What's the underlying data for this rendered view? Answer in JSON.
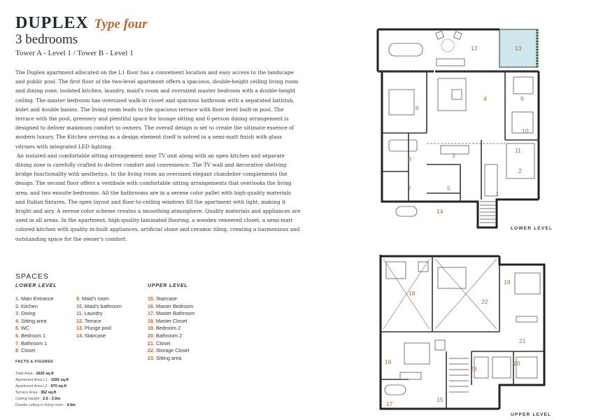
{
  "header": {
    "title": "DUPLEX",
    "type_label": "Type four",
    "subtitle": "3 bedrooms",
    "towers": "Tower A - Level 1 / Tower B - Level 1"
  },
  "description": {
    "paragraph1": "The Duplex apartment allocated on the L1 floor has a convenient location and easy access to the landscape and public pool. The first floor of the two-level apartment offers a spacious, double-height ceiling living room and dining zone, isolated kitchen, laundry, maid's room and oversized master bedroom with a double-height ceiling. The master bedroom has oversized walk-in closet and spacious bathroom with a separated bathtub, bidet and double basins. The living room leads to the spacious terrace with floor level built-in pool. The terrace with the pool, greenery and plentiful space for lounge sitting and 6-person dining arrangement is designed to deliver maximum comfort to owners. The overall design is set to create the ultimate essence of modern luxury. The Kitchen serving as a design element itself is solved in a semi-matt finish with glass vitrines with integrated LED lighting.",
    "paragraph2": "An isolated and comfortable sitting arrangement near TV unit along with an open kitchen and separate dining zone is carefully crafted to deliver comfort and convenience. The TV wall and decorative shelving bridge functionality with aesthetics. In the living room an oversized elegant chandelier complements the design. The second floor offers a vestibule with comfortable sitting arrangements that overlooks the living area, and two ensuite bedrooms. All the bathrooms are in a serene color pallet with high-quality materials and Italian fixtures. The open layout and floor-to-ceiling windows fill the apartment with light, making it bright and airy. A serene color scheme creates a smoothing atmosphere. Quality materials and appliances are used in all areas. In the apartment, high-quality laminated flooring, a wooden veneered closet, a semi-matt colored kitchen with quality in-built appliances, artificial stone and ceramic tiling, creating a harmonious and outstanding space for the owner's comfort."
  },
  "spaces": {
    "heading": "SPACES",
    "lower_heading": "LOWER LEVEL",
    "upper_heading": "UPPER LEVEL",
    "lower_col1": [
      {
        "n": "1.",
        "label": "Main Entrance"
      },
      {
        "n": "2.",
        "label": "Kitchen"
      },
      {
        "n": "3.",
        "label": "Dining"
      },
      {
        "n": "4.",
        "label": "Sitting area"
      },
      {
        "n": "5.",
        "label": "WC"
      },
      {
        "n": "6.",
        "label": "Bedroom 1"
      },
      {
        "n": "7.",
        "label": "Bathroom 1"
      },
      {
        "n": "8.",
        "label": "Closet"
      }
    ],
    "lower_col2": [
      {
        "n": "9.",
        "label": "Maid's room"
      },
      {
        "n": "10.",
        "label": "Maid's bathroom"
      },
      {
        "n": "11.",
        "label": "Laundry"
      },
      {
        "n": "12.",
        "label": "Terrace"
      },
      {
        "n": "13.",
        "label": "Plunge pool"
      },
      {
        "n": "14.",
        "label": "Staircase"
      }
    ],
    "upper": [
      {
        "n": "15.",
        "label": "Staircase"
      },
      {
        "n": "16.",
        "label": "Master Bedroom"
      },
      {
        "n": "17.",
        "label": "Master Bathroom"
      },
      {
        "n": "18.",
        "label": "Master Closet"
      },
      {
        "n": "19.",
        "label": "Bedroom 2"
      },
      {
        "n": "20.",
        "label": "Bathroom 2"
      },
      {
        "n": "21.",
        "label": "Closet"
      },
      {
        "n": "22.",
        "label": "Storage Closet"
      },
      {
        "n": "23.",
        "label": "Sitting area"
      }
    ]
  },
  "facts": {
    "heading": "FACTS & FIGURES",
    "items": [
      {
        "label": "Total Area - ",
        "value": "1620 sq.ft"
      },
      {
        "label": "Apartment Area L1 - ",
        "value": "1292 sq.ft"
      },
      {
        "label": "Apartment Area L2 - ",
        "value": "970 sq.ft"
      },
      {
        "label": "Terrace Area - ",
        "value": "362 sq.ft"
      },
      {
        "label": "Ceiling Height - ",
        "value": "2.5 - 3.0m"
      },
      {
        "label": "Double ceiling in living room - ",
        "value": "4.6m"
      }
    ]
  },
  "plans": {
    "lower_caption": "LOWER LEVEL",
    "upper_caption": "UPPER LEVEL",
    "lower_labels": [
      "1",
      "2",
      "3",
      "4",
      "5",
      "6",
      "7",
      "8",
      "9",
      "10",
      "11",
      "12",
      "13",
      "14"
    ],
    "upper_labels": [
      "15",
      "16",
      "17",
      "18",
      "19",
      "20",
      "21",
      "22",
      "23"
    ]
  },
  "colors": {
    "accent": "#c0652c",
    "heading": "#1f2a33",
    "pool": "#cfe6ec",
    "wall": "#222222"
  }
}
